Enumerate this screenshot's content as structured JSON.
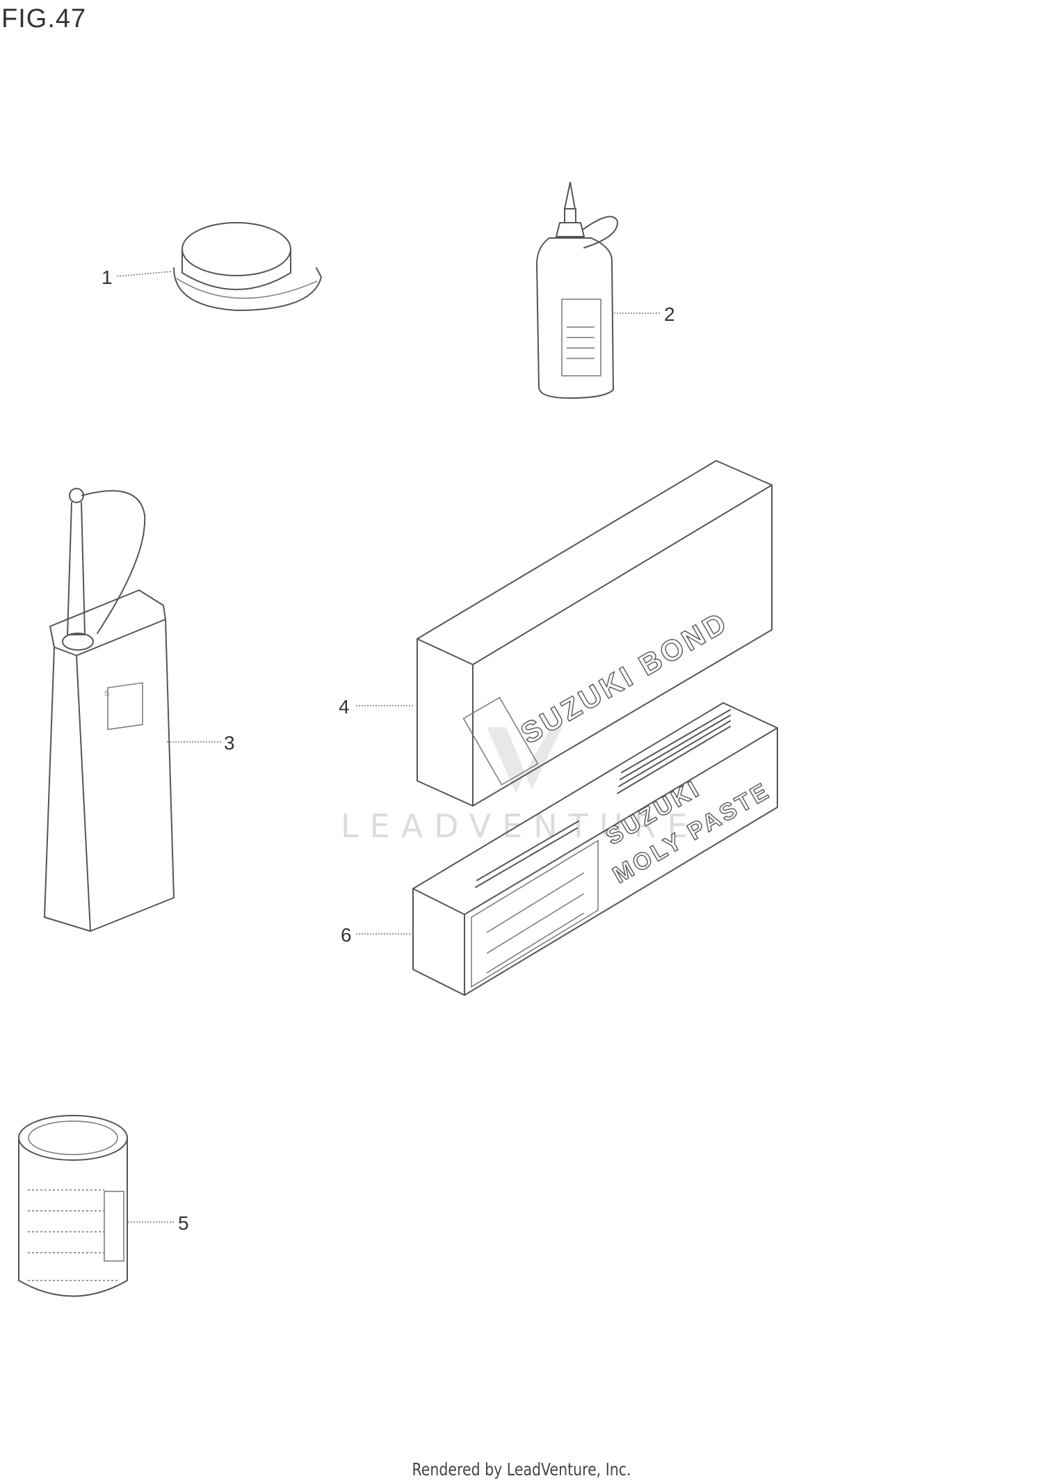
{
  "figure_label": "FIG.47",
  "footer_text": "Rendered by LeadVenture, Inc.",
  "watermark": "LEADVENTURE",
  "callouts": {
    "c1": "1",
    "c2": "2",
    "c3": "3",
    "c4": "4",
    "c5": "5",
    "c6": "6"
  },
  "package_labels": {
    "bond_text": "SUZUKI BOND",
    "paste_line1": "SUZUKI",
    "paste_line2": "MOLY PASTE"
  }
}
